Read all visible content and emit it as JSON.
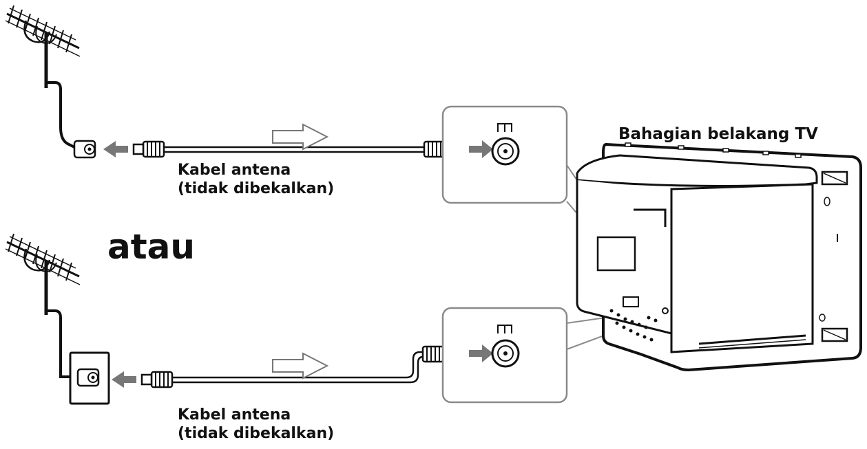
{
  "labels": {
    "tv_rear": "Bahagian belakang TV",
    "or_word": "atau",
    "cable_top_line1": "Kabel antena",
    "cable_top_line2": "(tidak dibekalkan)",
    "cable_bottom_line1": "Kabel antena",
    "cable_bottom_line2": "(tidak dibekalkan)"
  },
  "colors": {
    "line": "#111111",
    "arrow_fill": "#777777",
    "panel_border": "#8a8a8a"
  }
}
